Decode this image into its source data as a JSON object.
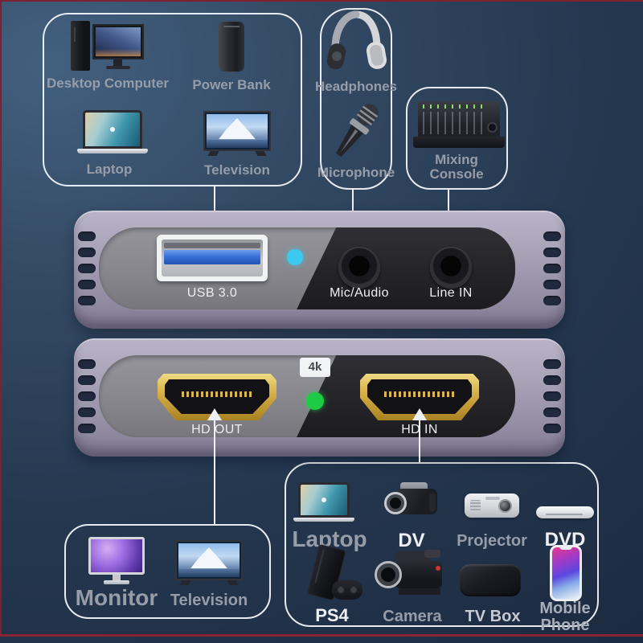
{
  "boxes": {
    "usb_sources": {
      "items": [
        {
          "icon": "desktop-computer-icon",
          "label": "Desktop Computer"
        },
        {
          "icon": "power-bank-icon",
          "label": "Power Bank"
        },
        {
          "icon": "laptop-icon",
          "label": "Laptop"
        },
        {
          "icon": "television-icon",
          "label": "Television"
        }
      ]
    },
    "audio_out": {
      "items": [
        {
          "icon": "headphones-icon",
          "label": "Headphones"
        },
        {
          "icon": "microphone-icon",
          "label": "Microphone"
        }
      ]
    },
    "line_in": {
      "items": [
        {
          "icon": "mixing-console-icon",
          "label": "Mixing Console"
        }
      ]
    },
    "display_out": {
      "items": [
        {
          "icon": "monitor-icon",
          "label": "Monitor"
        },
        {
          "icon": "television-icon",
          "label": "Television"
        }
      ]
    },
    "hdmi_sources": {
      "items": [
        {
          "icon": "laptop-icon",
          "label": "Laptop"
        },
        {
          "icon": "dv-camcorder-icon",
          "label": "DV"
        },
        {
          "icon": "projector-icon",
          "label": "Projector"
        },
        {
          "icon": "dvd-player-icon",
          "label": "DVD"
        },
        {
          "icon": "ps4-console-icon",
          "label": "PS4"
        },
        {
          "icon": "video-camera-icon",
          "label": "Camera"
        },
        {
          "icon": "tv-box-icon",
          "label": "TV Box"
        },
        {
          "icon": "mobile-phone-icon",
          "label": "Mobile Phone"
        }
      ]
    }
  },
  "capture_card_top": {
    "usb_port": "USB 3.0",
    "mic_port": "Mic/Audio",
    "line_in_port": "Line IN",
    "led_color": "#3bc9ee"
  },
  "capture_card_bottom": {
    "hd_out_port": "HD OUT",
    "hd_in_port": "HD IN",
    "badge": "4k",
    "led_color": "#1ecb44"
  },
  "colors": {
    "background_light": "#42607f",
    "background_dark": "#1d2b40",
    "edge_accent": "#7e2230",
    "box_border": "#eef2f6",
    "device_body": "#a7a1b6",
    "panel_light": "#86868c",
    "panel_dark": "#242428",
    "usb_blue": "#3a72d8",
    "hdmi_gold": "#d8b148",
    "label_gray": "#969da9",
    "label_white": "#eef0f4"
  }
}
